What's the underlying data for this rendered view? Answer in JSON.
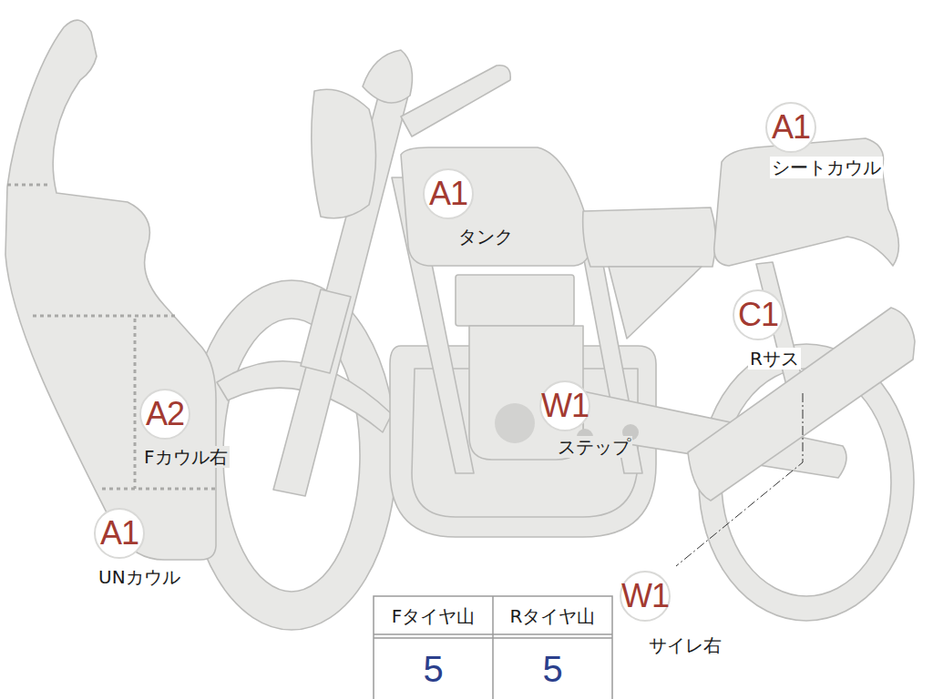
{
  "diagram": {
    "nodes": [
      {
        "text": [
          "A1",
          "シートカウル"
        ]
      },
      {
        "text": [
          "A1",
          "タンク"
        ]
      },
      {
        "text": [
          "C1",
          "Rサス"
        ]
      },
      {
        "text": [
          "A2",
          "Fカウル右"
        ]
      },
      {
        "text": [
          "W1",
          "ステップ"
        ]
      },
      {
        "text": [
          "A1",
          "UNカウル"
        ]
      },
      {
        "text": [
          "W1",
          "サイレ右"
        ]
      }
    ],
    "labels": [
      "Fタイヤ山",
      "Rタイヤ山",
      "5",
      "5"
    ]
  }
}
